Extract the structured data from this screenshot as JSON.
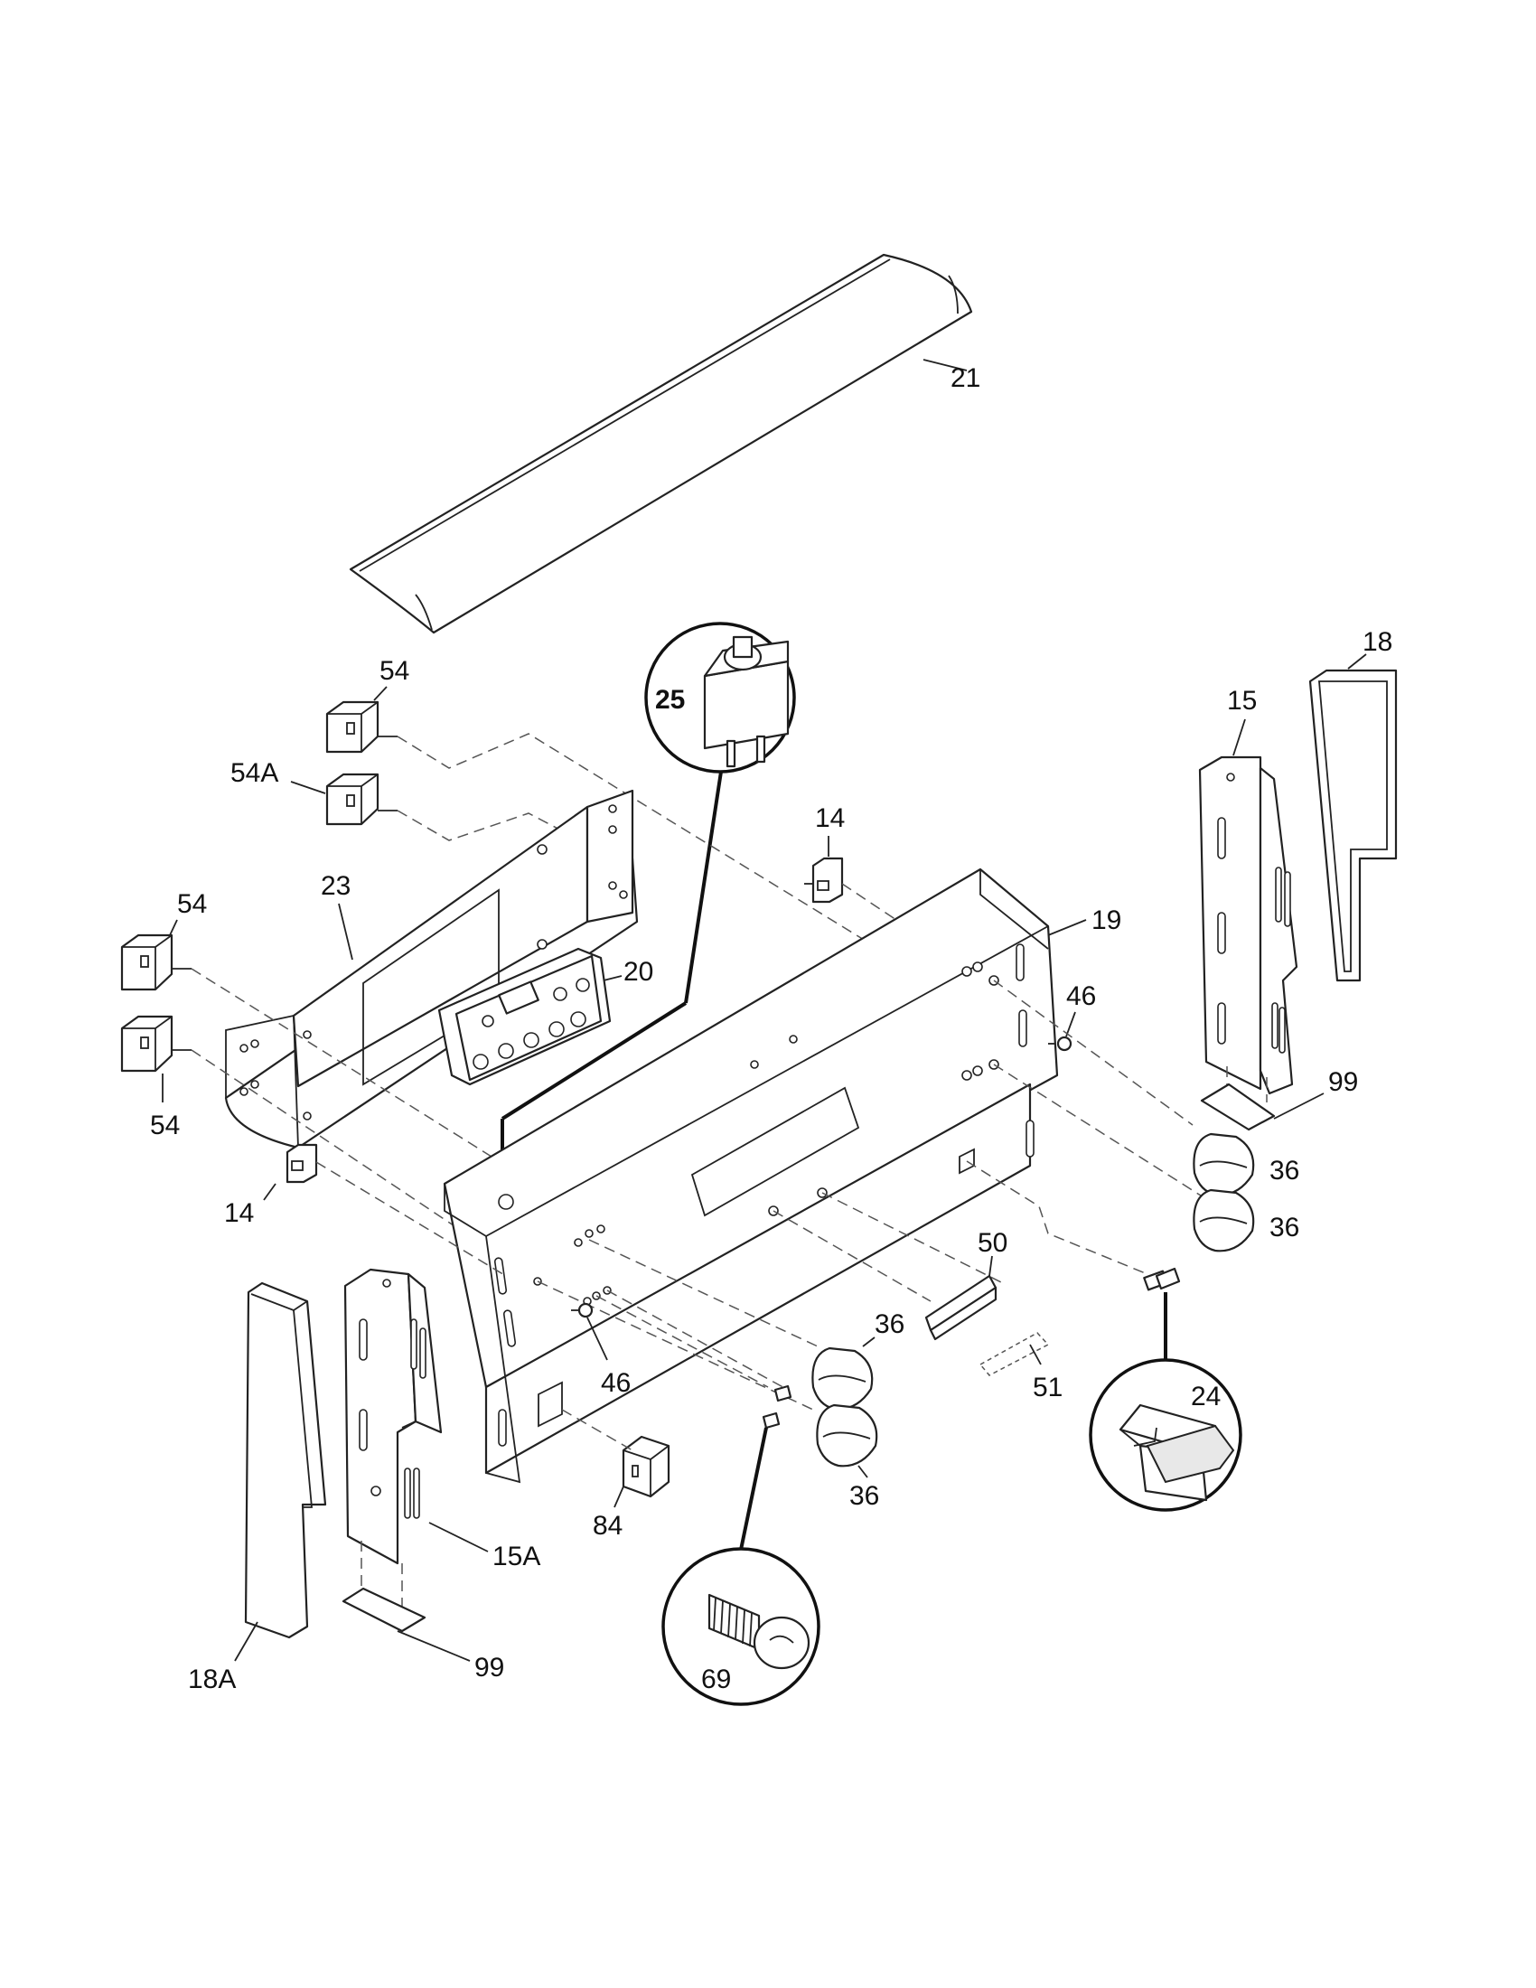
{
  "callouts": {
    "c21": "21",
    "c25": "25",
    "c18": "18",
    "c15": "15",
    "c54_top": "54",
    "c54A": "54A",
    "c14_top": "14",
    "c19": "19",
    "c46_right": "46",
    "c54_mid": "54",
    "c23": "23",
    "c20": "20",
    "c99_right": "99",
    "c54_low": "54",
    "c36_r1": "36",
    "c36_r2": "36",
    "c14_low": "14",
    "c50": "50",
    "c36_c1": "36",
    "c46_low": "46",
    "c51": "51",
    "c24": "24",
    "c36_c2": "36",
    "c84": "84",
    "c15A": "15A",
    "c99_low": "99",
    "c18A": "18A",
    "c69": "69"
  }
}
